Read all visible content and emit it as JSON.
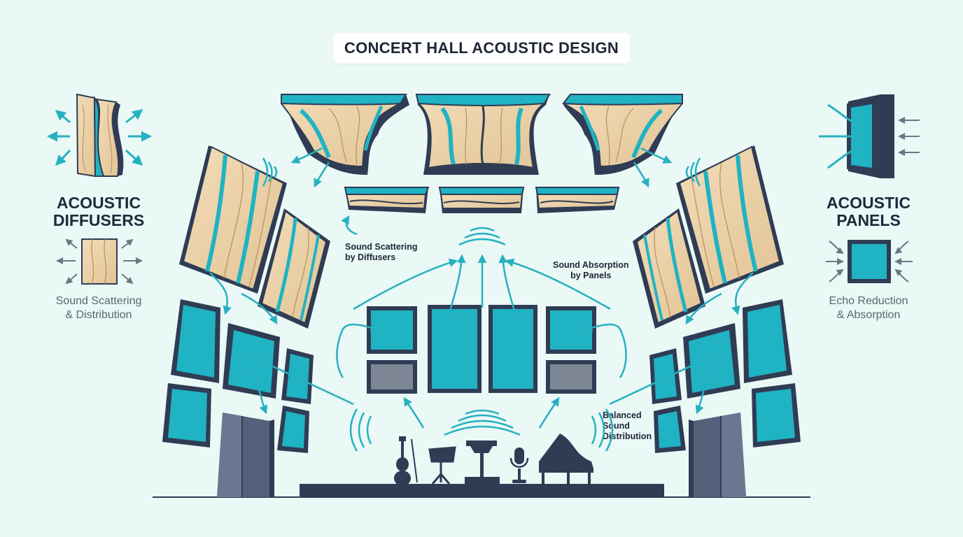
{
  "title": "CONCERT HALL ACOUSTIC DESIGN",
  "left_panel": {
    "heading_line1": "ACOUSTIC",
    "heading_line2": "DIFFUSERS",
    "caption_line1": "Sound Scattering",
    "caption_line2": "& Distribution"
  },
  "right_panel": {
    "heading_line1": "ACOUSTIC",
    "heading_line2": "PANELS",
    "caption_line1": "Echo Reduction",
    "caption_line2": "& Absorption"
  },
  "callouts": {
    "scattering_line1": "Sound Scattering",
    "scattering_line2": "by Diffusers",
    "absorption_line1": "Sound Absorption",
    "absorption_line2": "by Panels",
    "balanced_line1": "Balanced",
    "balanced_line2": "Sound",
    "balanced_line3": "Distribution"
  },
  "colors": {
    "background": "#eaf8f6",
    "teal": "#1fb3c3",
    "navy": "#2f3c54",
    "wood": "#ecd3aa",
    "grey_panel": "#7e8796",
    "arrow": "#25b1c0"
  }
}
